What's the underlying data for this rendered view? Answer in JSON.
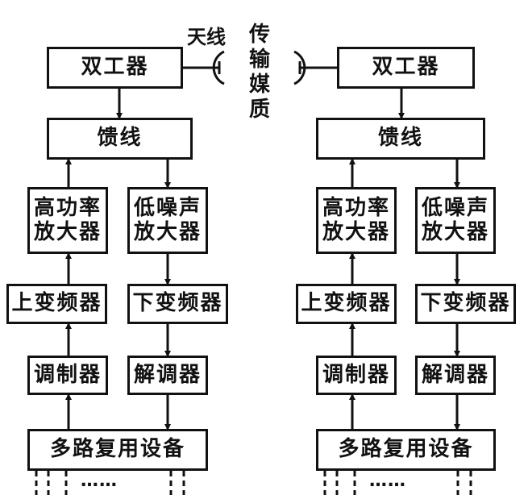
{
  "antenna_label": "天线",
  "medium_label": [
    "传",
    "输",
    "媒",
    "质"
  ],
  "left": {
    "duplexer": "双工器",
    "feeder": "馈线",
    "hpa": "高功率\n放大器",
    "lna": "低噪声\n放大器",
    "upconverter": "上变频器",
    "downconverter": "下变频器",
    "modulator": "调制器",
    "demodulator": "解调器",
    "mux": "多路复用设备"
  },
  "right": {
    "duplexer": "双工器",
    "feeder": "馈线",
    "hpa": "高功率\n放大器",
    "lna": "低噪声\n放大器",
    "upconverter": "上变频器",
    "downconverter": "下变频器",
    "modulator": "调制器",
    "demodulator": "解调器",
    "mux": "多路复用设备"
  },
  "channel_dots": "……"
}
